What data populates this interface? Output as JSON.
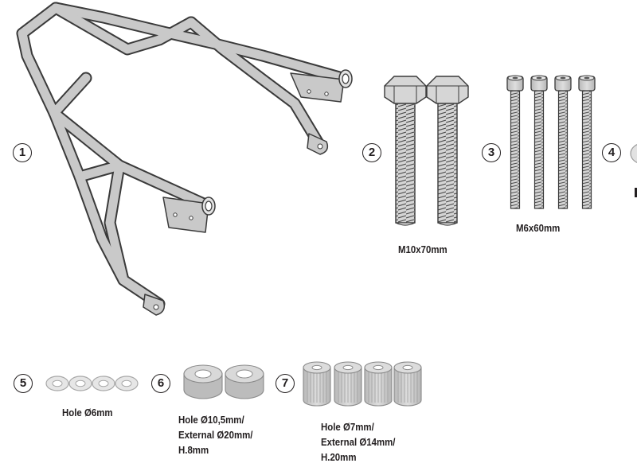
{
  "parts": [
    {
      "number": "1"
    },
    {
      "number": "2",
      "label": "M10x70mm"
    },
    {
      "number": "3",
      "label": "M6x60mm"
    },
    {
      "number": "4"
    },
    {
      "number": "5",
      "label": "Hole Ø6mm"
    },
    {
      "number": "6",
      "label_lines": [
        "Hole Ø10,5mm/",
        "External Ø20mm/",
        "H.8mm"
      ]
    },
    {
      "number": "7",
      "label_lines": [
        "Hole Ø7mm/",
        "External Ø14mm/",
        "H.20mm"
      ]
    }
  ],
  "colors": {
    "part_fill": "#c9c9c9",
    "part_fill_light": "#e2e2e2",
    "outline": "#3a3a3a",
    "badge": "#231f20"
  },
  "icons": [
    "rack-frame-icon",
    "hex-bolt-icon",
    "socket-screw-icon",
    "washer-icon",
    "spacer-icon",
    "tall-spacer-icon"
  ]
}
